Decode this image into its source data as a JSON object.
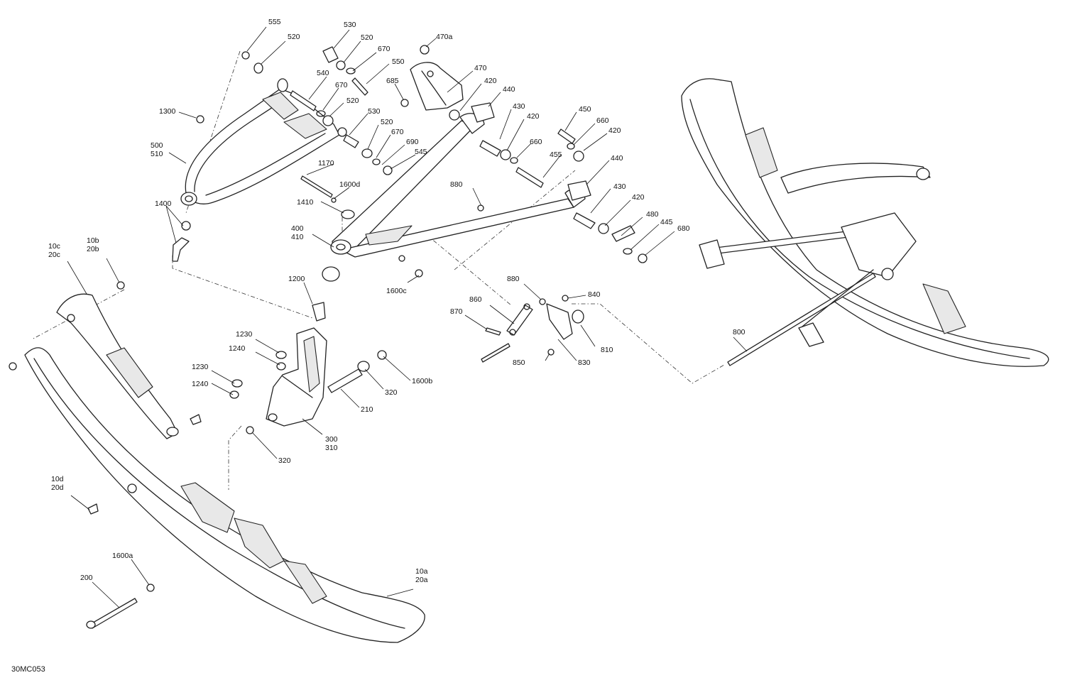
{
  "drawing_code": "30MC053",
  "callouts": [
    {
      "id": "c555",
      "lines": [
        "555"
      ]
    },
    {
      "id": "c520a",
      "lines": [
        "520"
      ]
    },
    {
      "id": "c530a",
      "lines": [
        "530"
      ]
    },
    {
      "id": "c520b",
      "lines": [
        "520"
      ]
    },
    {
      "id": "c670a",
      "lines": [
        "670"
      ]
    },
    {
      "id": "c550",
      "lines": [
        "550"
      ]
    },
    {
      "id": "c540",
      "lines": [
        "540"
      ]
    },
    {
      "id": "c670b",
      "lines": [
        "670"
      ]
    },
    {
      "id": "c520c",
      "lines": [
        "520"
      ]
    },
    {
      "id": "c1300",
      "lines": [
        "1300"
      ]
    },
    {
      "id": "c530b",
      "lines": [
        "530"
      ]
    },
    {
      "id": "c520d",
      "lines": [
        "520"
      ]
    },
    {
      "id": "c670c",
      "lines": [
        "670"
      ]
    },
    {
      "id": "c690",
      "lines": [
        "690"
      ]
    },
    {
      "id": "c545",
      "lines": [
        "545"
      ]
    },
    {
      "id": "c500",
      "lines": [
        "500",
        "510"
      ]
    },
    {
      "id": "c470a",
      "lines": [
        "470a"
      ]
    },
    {
      "id": "c470",
      "lines": [
        "470"
      ]
    },
    {
      "id": "c685",
      "lines": [
        "685"
      ]
    },
    {
      "id": "c420a",
      "lines": [
        "420"
      ]
    },
    {
      "id": "c440a",
      "lines": [
        "440"
      ]
    },
    {
      "id": "c430a",
      "lines": [
        "430"
      ]
    },
    {
      "id": "c420b",
      "lines": [
        "420"
      ]
    },
    {
      "id": "c660a",
      "lines": [
        "660"
      ]
    },
    {
      "id": "c450",
      "lines": [
        "450"
      ]
    },
    {
      "id": "c660b",
      "lines": [
        "660"
      ]
    },
    {
      "id": "c420c",
      "lines": [
        "420"
      ]
    },
    {
      "id": "c455",
      "lines": [
        "455"
      ]
    },
    {
      "id": "c440b",
      "lines": [
        "440"
      ]
    },
    {
      "id": "c430b",
      "lines": [
        "430"
      ]
    },
    {
      "id": "c420d",
      "lines": [
        "420"
      ]
    },
    {
      "id": "c480",
      "lines": [
        "480"
      ]
    },
    {
      "id": "c445",
      "lines": [
        "445"
      ]
    },
    {
      "id": "c680",
      "lines": [
        "680"
      ]
    },
    {
      "id": "c1170",
      "lines": [
        "1170"
      ]
    },
    {
      "id": "c1600d",
      "lines": [
        "1600d"
      ]
    },
    {
      "id": "c1410",
      "lines": [
        "1410"
      ]
    },
    {
      "id": "c880a",
      "lines": [
        "880"
      ]
    },
    {
      "id": "c400",
      "lines": [
        "400",
        "410"
      ]
    },
    {
      "id": "c1400",
      "lines": [
        "1400"
      ]
    },
    {
      "id": "c10c",
      "lines": [
        "10c",
        "20c"
      ]
    },
    {
      "id": "c10b",
      "lines": [
        "10b",
        "20b"
      ]
    },
    {
      "id": "c1200",
      "lines": [
        "1200"
      ]
    },
    {
      "id": "c1600c",
      "lines": [
        "1600c"
      ]
    },
    {
      "id": "c880b",
      "lines": [
        "880"
      ]
    },
    {
      "id": "c840",
      "lines": [
        "840"
      ]
    },
    {
      "id": "c860",
      "lines": [
        "860"
      ]
    },
    {
      "id": "c870",
      "lines": [
        "870"
      ]
    },
    {
      "id": "c810",
      "lines": [
        "810"
      ]
    },
    {
      "id": "c830",
      "lines": [
        "830"
      ]
    },
    {
      "id": "c850",
      "lines": [
        "850"
      ]
    },
    {
      "id": "c1230a",
      "lines": [
        "1230"
      ]
    },
    {
      "id": "c1240a",
      "lines": [
        "1240"
      ]
    },
    {
      "id": "c1230b",
      "lines": [
        "1230"
      ]
    },
    {
      "id": "c1240b",
      "lines": [
        "1240"
      ]
    },
    {
      "id": "c1600b",
      "lines": [
        "1600b"
      ]
    },
    {
      "id": "c320a",
      "lines": [
        "320"
      ]
    },
    {
      "id": "c210",
      "lines": [
        "210"
      ]
    },
    {
      "id": "c300",
      "lines": [
        "300",
        "310"
      ]
    },
    {
      "id": "c320b",
      "lines": [
        "320"
      ]
    },
    {
      "id": "c800",
      "lines": [
        "800"
      ]
    },
    {
      "id": "c10d",
      "lines": [
        "10d",
        "20d"
      ]
    },
    {
      "id": "c1600a",
      "lines": [
        "1600a"
      ]
    },
    {
      "id": "c200",
      "lines": [
        "200"
      ]
    },
    {
      "id": "c10a",
      "lines": [
        "10a",
        "20a"
      ]
    }
  ]
}
